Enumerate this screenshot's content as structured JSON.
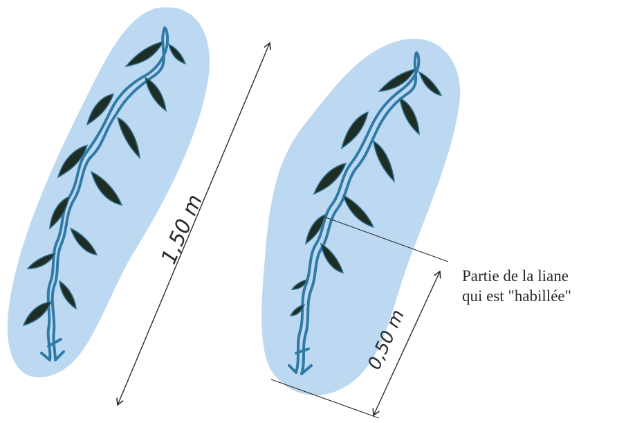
{
  "colors": {
    "background": "#ffffff",
    "blob_fill": "#bdd9f1",
    "vine_stem": "#2f7aa6",
    "leaf_fill": "#1f2e25",
    "leaf_edge": "#2f6f8f",
    "ink": "#2a2a2a"
  },
  "diagram": {
    "left_panel": {
      "measure_label": "1,50 m",
      "measured_length_m": 1.5
    },
    "right_panel": {
      "measure_label": "0,50 m",
      "measured_length_m": 0.5,
      "caption_lines": [
        "Partie de la liane",
        "qui est \"habillée\""
      ]
    }
  }
}
